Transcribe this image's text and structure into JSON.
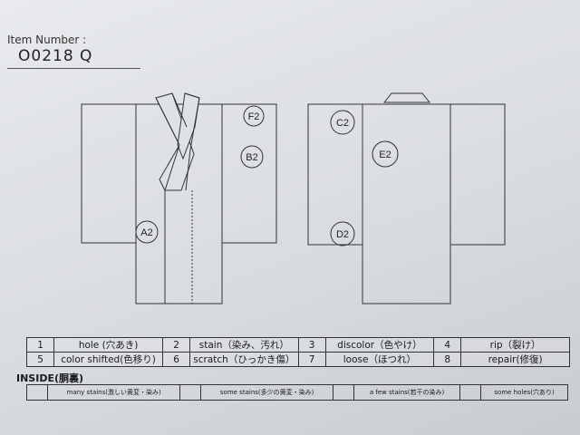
{
  "header": {
    "item_label": "Item Number :",
    "item_value": "O0218  Q"
  },
  "marks": {
    "front": [
      "F2",
      "B2",
      "A2"
    ],
    "back": [
      "C2",
      "E2",
      "D2"
    ]
  },
  "legend": [
    {
      "num": "1",
      "label": "hole (穴あき)"
    },
    {
      "num": "2",
      "label": "stain（染み、汚れ）"
    },
    {
      "num": "3",
      "label": "discolor（色やけ）"
    },
    {
      "num": "4",
      "label": "rip（裂け）"
    },
    {
      "num": "5",
      "label": "color shifted(色移り)"
    },
    {
      "num": "6",
      "label": "scratch（ひっかき傷）"
    },
    {
      "num": "7",
      "label": "loose（ほつれ）"
    },
    {
      "num": "8",
      "label": "repair(修復)"
    }
  ],
  "inside": {
    "title": "INSIDE(胴裏)",
    "items": [
      "many stains(激しい黄変・染み)",
      "some stains(多少の黄変・染み)",
      "a few stains(若干の染み)",
      "some holes(穴あり)"
    ]
  }
}
